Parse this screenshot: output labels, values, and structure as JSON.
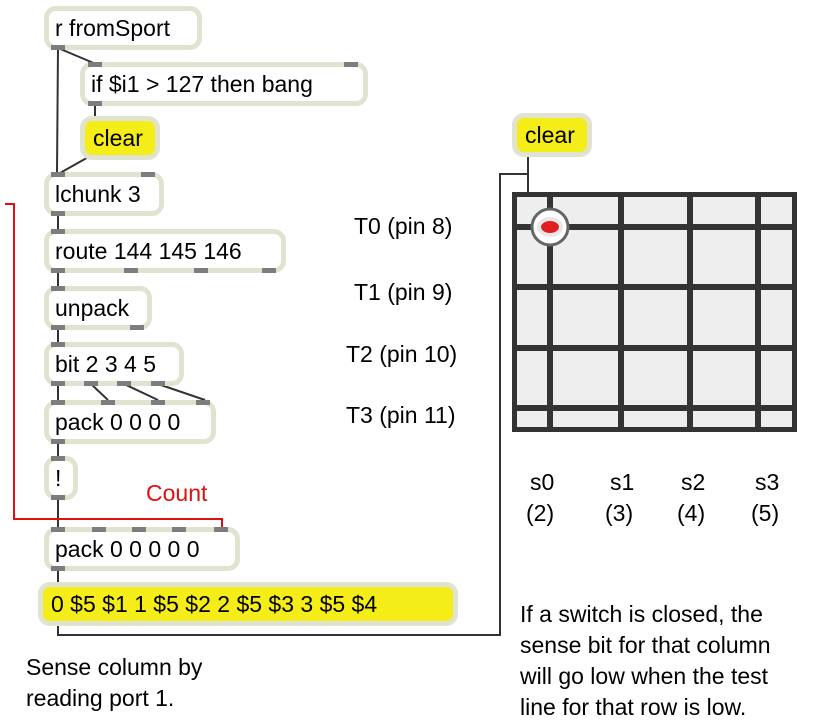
{
  "objects": {
    "receive": "r fromSport",
    "if_bang": "if $i1 > 127 then bang",
    "lchunk": "lchunk 3",
    "route": "route 144 145 146",
    "unpack": "unpack",
    "bit": "bit 2 3 4 5",
    "pack4": "pack 0 0 0 0",
    "not": "!",
    "pack5": "pack 0 0 0 0 0"
  },
  "messages": {
    "clear_left": "clear",
    "clear_right": "clear",
    "output": "0 $5 $1 1 $5 $2 2 $5 $3 3 $5 $4"
  },
  "rows": [
    {
      "label": "T0 (pin 8)"
    },
    {
      "label": "T1 (pin 9)"
    },
    {
      "label": "T2 (pin 10)"
    },
    {
      "label": "T3 (pin 11)"
    }
  ],
  "columns": [
    {
      "name": "s0",
      "pin": "(2)"
    },
    {
      "name": "s1",
      "pin": "(3)"
    },
    {
      "name": "s2",
      "pin": "(4)"
    },
    {
      "name": "s3",
      "pin": "(5)"
    }
  ],
  "count_label": "Count",
  "comments": {
    "left": [
      "Sense column by",
      "reading port 1."
    ],
    "right": [
      "If a switch is closed, the",
      "sense bit for that column",
      "will go low when the test",
      "line for that row is low."
    ]
  },
  "colors": {
    "message_fill": "#f5ed18",
    "box_border": "#dfe3cf",
    "count_wire": "#e01010",
    "grid_lines": "#333333",
    "led": "#e02020"
  },
  "icons": {
    "led": "red-led-icon"
  }
}
